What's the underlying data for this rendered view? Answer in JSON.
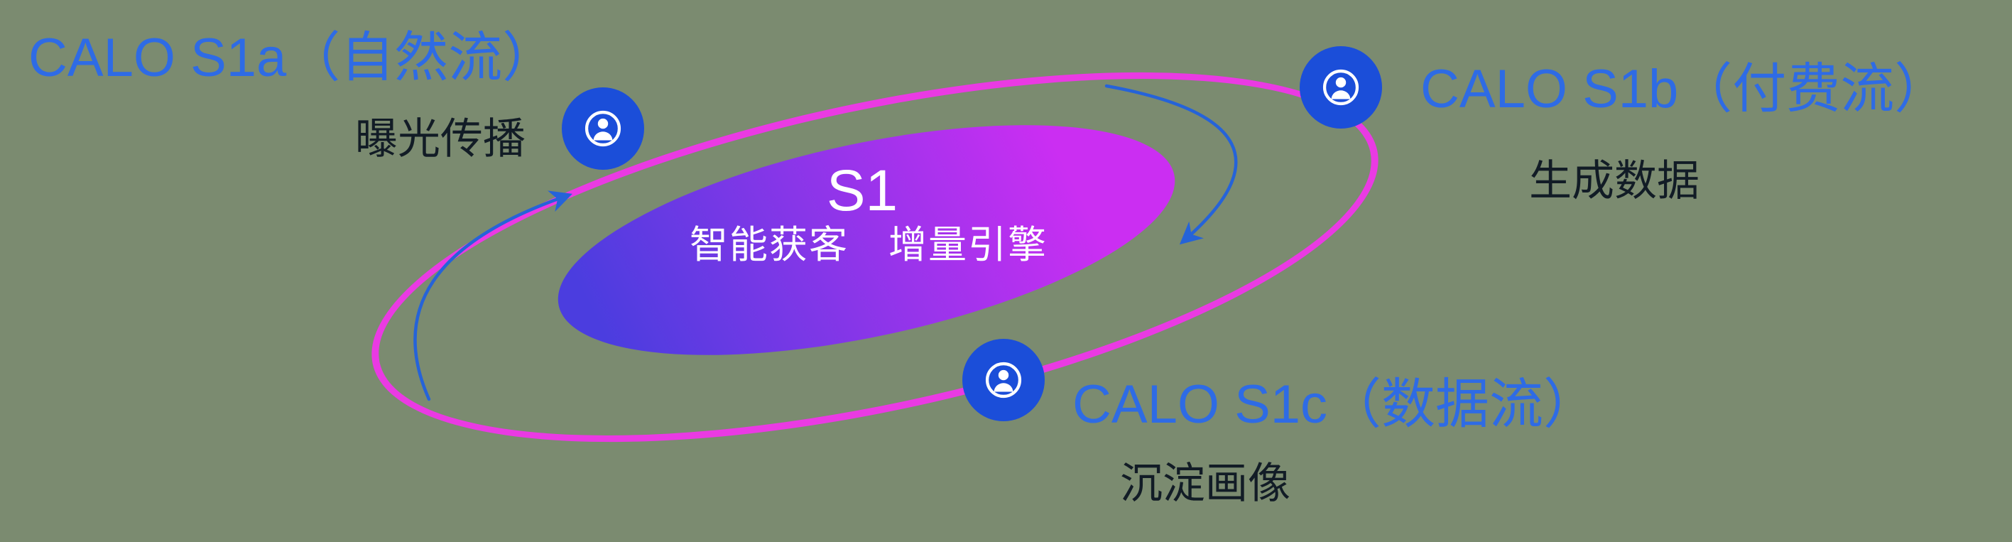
{
  "colors": {
    "bg": "#7b8b70",
    "ring": "#ea3ae3",
    "grad-start": "#4b3ddf",
    "grad-end": "#cb2ef2",
    "node": "#1b4ed9",
    "arrow": "#2563d9",
    "title-blue": "#2e6be5",
    "text-dark": "#121c26",
    "center-text": "#ffffff"
  },
  "center": {
    "title": "S1",
    "subtitle": "智能获客　增量引擎"
  },
  "nodes": [
    {
      "id": "s1a",
      "title": "CALO S1a（自然流）",
      "subtitle": "曝光传播",
      "icon": "user-icon"
    },
    {
      "id": "s1b",
      "title": "CALO S1b（付费流）",
      "subtitle": "生成数据",
      "icon": "user-icon"
    },
    {
      "id": "s1c",
      "title": "CALO S1c（数据流）",
      "subtitle": "沉淀画像",
      "icon": "user-icon"
    }
  ]
}
